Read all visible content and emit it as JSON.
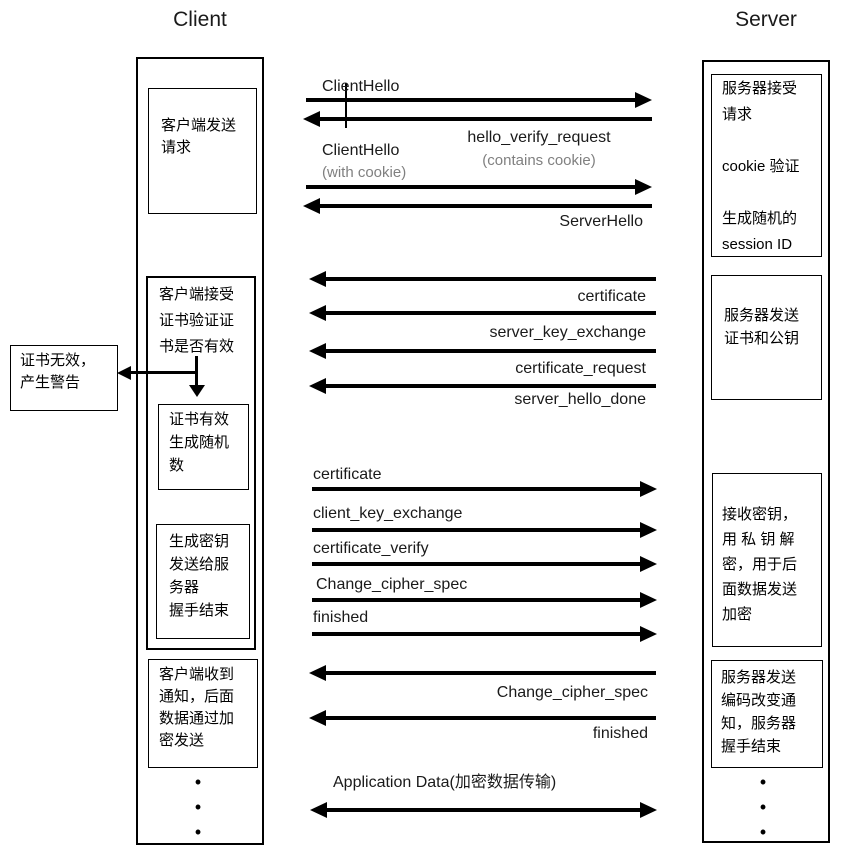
{
  "diagram": {
    "client": {
      "title": "Client",
      "box_send_request": "客户端发送\n请求",
      "box_verify_cert": "客户端接受\n证书验证证\n书是否有效",
      "box_cert_valid": "证书有效\n生成随机\n数",
      "box_gen_key": "生成密钥\n发送给服\n务器\n握手结束",
      "box_notified": "客户端收到\n通知，后面\n数据通过加\n密发送",
      "dots": "•\n•\n•"
    },
    "server": {
      "title": "Server",
      "box_accept_request": "服务器接受\n请求\n\ncookie 验证\n\n生成随机的\nsession ID",
      "box_send_cert": "服务器发送\n证书和公钥",
      "box_receive_key": "接收密钥，\n用 私 钥 解\n密，用于后\n面数据发送\n加密",
      "box_change_cipher": "服务器发送\n编码改变通\n知，服务器\n握手结束",
      "dots": "•\n•\n•"
    },
    "warning_box": "证书无效，\n产生警告",
    "messages": {
      "client_hello": "ClientHello",
      "hello_verify_request": "hello_verify_request",
      "contains_cookie": "(contains cookie)",
      "client_hello_with_cookie": "ClientHello",
      "with_cookie": "(with cookie)",
      "server_hello": "ServerHello",
      "certificate_from_server": "certificate",
      "server_key_exchange": "server_key_exchange",
      "certificate_request": "certificate_request",
      "server_hello_done": "server_hello_done",
      "certificate_from_client": "certificate",
      "client_key_exchange": "client_key_exchange",
      "certificate_verify": "certificate_verify",
      "change_cipher_spec_client": "Change_cipher_spec",
      "finished_client": "finished",
      "change_cipher_spec_server": "Change_cipher_spec",
      "finished_server": "finished",
      "application_data": "Application Data(加密数据传输)"
    }
  },
  "colors": {
    "ink": "#000000",
    "muted_text": "#808080"
  }
}
